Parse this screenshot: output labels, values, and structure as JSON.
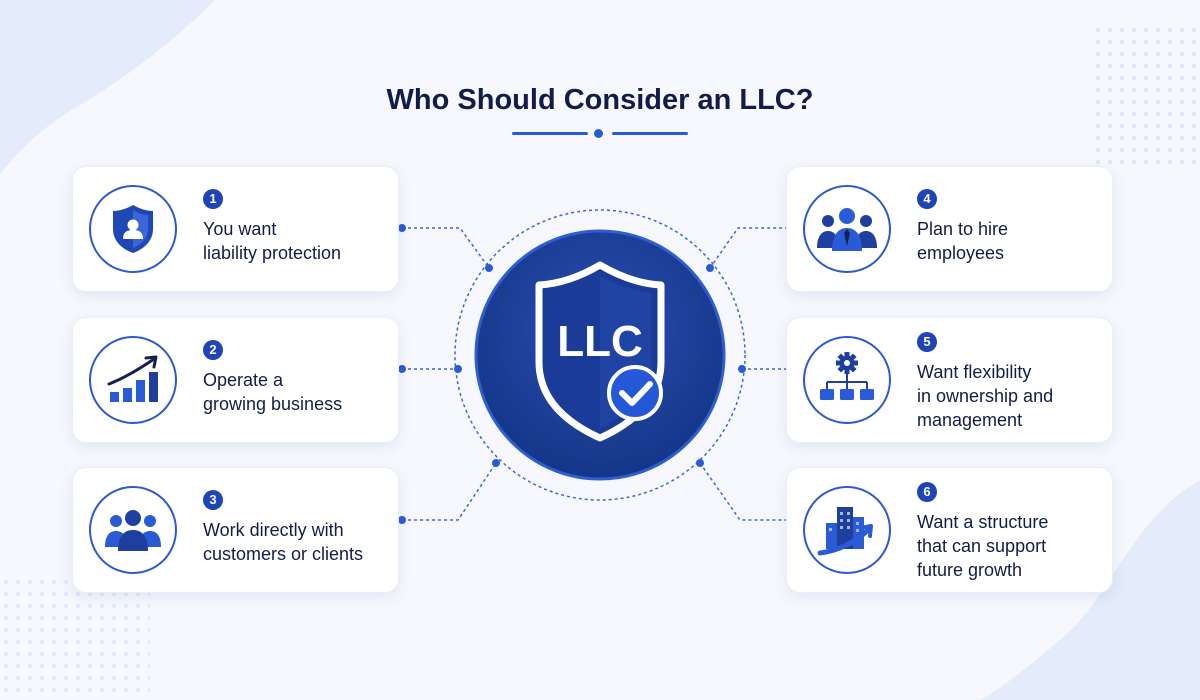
{
  "title": "Who Should Consider an LLC?",
  "hub": {
    "label": "LLC",
    "icon": "shield-check-icon"
  },
  "colors": {
    "primary": "#1b3f9c",
    "accent": "#2a5bd7",
    "text": "#121c4a",
    "background": "#f6f8fd"
  },
  "items": [
    {
      "number": "1",
      "label": "You want\nliability protection",
      "icon": "shield-user-icon"
    },
    {
      "number": "2",
      "label": "Operate a\ngrowing business",
      "icon": "growth-chart-icon"
    },
    {
      "number": "3",
      "label": "Work directly with\ncustomers or clients",
      "icon": "people-group-icon"
    },
    {
      "number": "4",
      "label": "Plan to hire\nemployees",
      "icon": "team-icon"
    },
    {
      "number": "5",
      "label": "Want flexibility\nin ownership and\nmanagement",
      "icon": "org-chart-gear-icon"
    },
    {
      "number": "6",
      "label": "Want a structure\nthat can support\nfuture growth",
      "icon": "buildings-growth-icon"
    }
  ]
}
